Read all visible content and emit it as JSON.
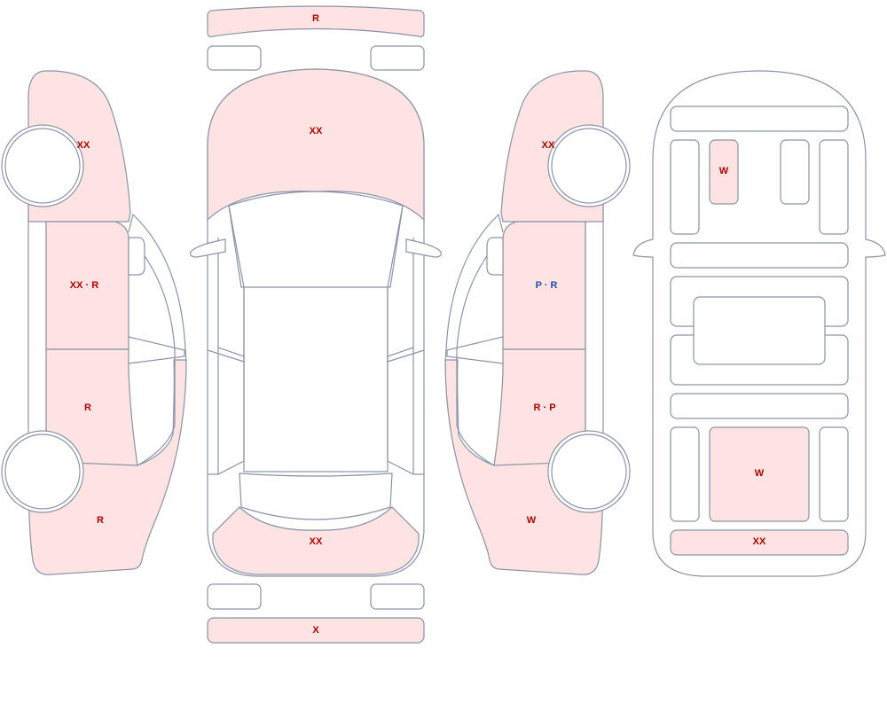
{
  "colors": {
    "damaged_fill": "#fde3e1",
    "outline": "#8a93a8",
    "label_red": "#b00000",
    "label_blue": "#1f4fb4"
  },
  "labels": {
    "front_bumper": "R",
    "hood": "XX",
    "rear_bumper": "XX",
    "rear_bumper_lower": "X",
    "left_front_fender": "XX",
    "left_front_door": "XX · R",
    "left_rear_door": "R",
    "left_rear_quarter": "R",
    "right_front_fender": "XX",
    "right_front_door": "P · R",
    "right_rear_door": "R · P",
    "right_rear_quarter": "W",
    "under_front_seat": "W",
    "under_rear_center": "W",
    "under_rear_bar": "XX"
  }
}
